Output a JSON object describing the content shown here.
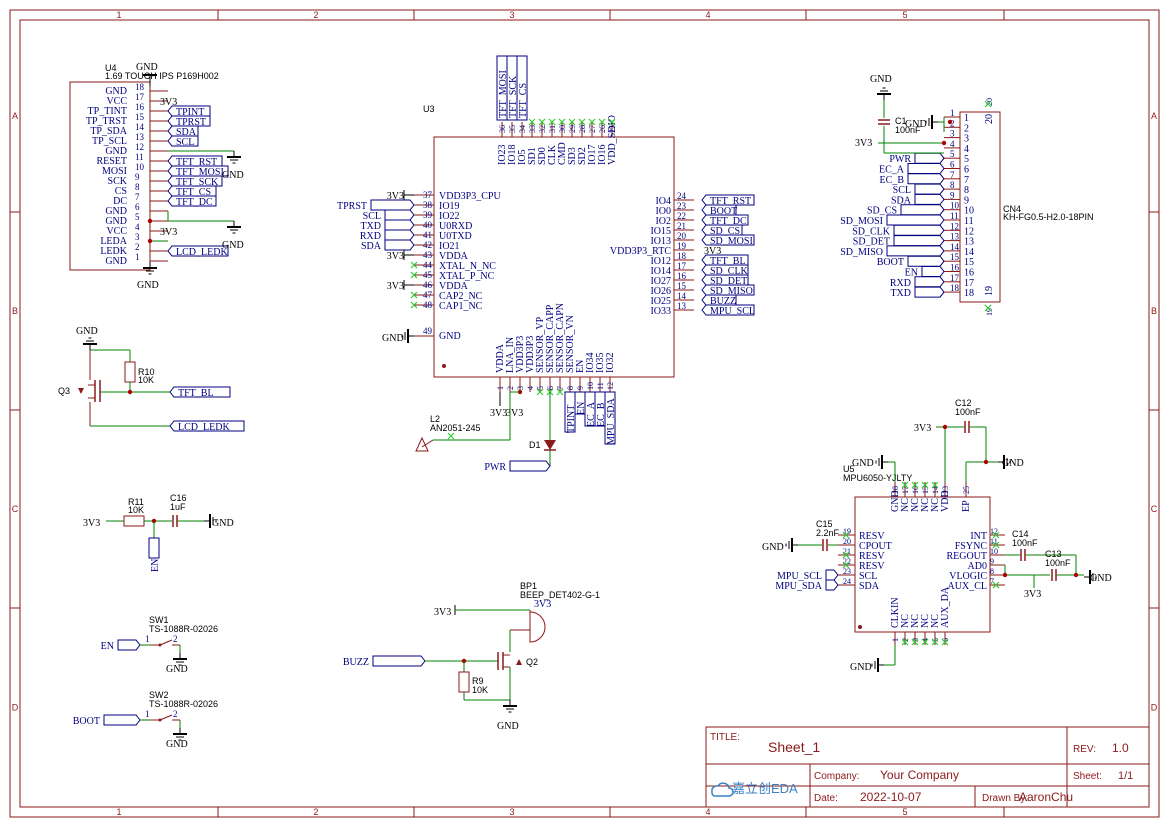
{
  "frame": {
    "col_labels": [
      "1",
      "2",
      "3",
      "4",
      "5"
    ],
    "row_labels": [
      "A",
      "B",
      "C",
      "D"
    ]
  },
  "colors": {
    "frame": "#8b1a1a",
    "wire": "#008000",
    "pin": "#8b1a1a",
    "text": "#000080",
    "body": "#8b1a1a",
    "noconn": "#33cc33"
  },
  "u4": {
    "ref": "U4",
    "value": "1.69 TOUCH IPS P169H002",
    "pins": [
      {
        "num": "18",
        "name": "GND"
      },
      {
        "num": "17",
        "name": "VCC"
      },
      {
        "num": "16",
        "name": "TP_TINT"
      },
      {
        "num": "15",
        "name": "TP_TRST"
      },
      {
        "num": "14",
        "name": "TP_SDA"
      },
      {
        "num": "13",
        "name": "TP_SCL"
      },
      {
        "num": "12",
        "name": "GND"
      },
      {
        "num": "11",
        "name": "RESET"
      },
      {
        "num": "10",
        "name": "MOSI"
      },
      {
        "num": "9",
        "name": "SCK"
      },
      {
        "num": "8",
        "name": "CS"
      },
      {
        "num": "7",
        "name": "DC"
      },
      {
        "num": "6",
        "name": "GND"
      },
      {
        "num": "5",
        "name": "GND"
      },
      {
        "num": "4",
        "name": "VCC"
      },
      {
        "num": "3",
        "name": "LEDA"
      },
      {
        "num": "2",
        "name": "LEDK"
      },
      {
        "num": "1",
        "name": "GND"
      }
    ],
    "nets": [
      "",
      "3V3",
      "TPINT",
      "TPRST",
      "SDA",
      "SCL",
      "",
      "TFT_RST",
      "TFT_MOSI",
      "TFT_SCK",
      "TFT_CS",
      "TFT_DC",
      "",
      "",
      "3V3",
      "",
      "LCD_LEDK",
      ""
    ]
  },
  "u3": {
    "ref": "U3",
    "top_pins": [
      {
        "num": "36",
        "name": "IO23"
      },
      {
        "num": "35",
        "name": "IO18"
      },
      {
        "num": "34",
        "name": "IO5"
      },
      {
        "num": "33",
        "name": "SD1"
      },
      {
        "num": "32",
        "name": "SD0"
      },
      {
        "num": "31",
        "name": "CLK"
      },
      {
        "num": "30",
        "name": "CMD"
      },
      {
        "num": "29",
        "name": "SD3"
      },
      {
        "num": "28",
        "name": "SD2"
      },
      {
        "num": "27",
        "name": "IO17"
      },
      {
        "num": "26",
        "name": "IO16"
      },
      {
        "num": "25",
        "name": "VDD_SDIO"
      }
    ],
    "top_nets": [
      "TFT_MOSI",
      "TFT_SCK",
      "TFT_CS"
    ],
    "left_pins": [
      {
        "num": "37",
        "name": "VDD3P3_CPU",
        "net": "3V3"
      },
      {
        "num": "38",
        "name": "IO19",
        "net": "TPRST"
      },
      {
        "num": "39",
        "name": "IO22",
        "net": "SCL"
      },
      {
        "num": "40",
        "name": "U0RXD",
        "net": "TXD"
      },
      {
        "num": "41",
        "name": "U0TXD",
        "net": "RXD"
      },
      {
        "num": "42",
        "name": "IO21",
        "net": "SDA"
      },
      {
        "num": "43",
        "name": "VDDA",
        "net": "3V3"
      },
      {
        "num": "44",
        "name": "XTAL_N_NC",
        "net": ""
      },
      {
        "num": "45",
        "name": "XTAL_P_NC",
        "net": ""
      },
      {
        "num": "46",
        "name": "VDDA",
        "net": "3V3"
      },
      {
        "num": "47",
        "name": "CAP2_NC",
        "net": ""
      },
      {
        "num": "48",
        "name": "CAP1_NC",
        "net": ""
      }
    ],
    "gnd_pin": {
      "num": "49",
      "name": "GND",
      "net": "GND"
    },
    "right_pins": [
      {
        "num": "24",
        "name": "IO4",
        "net": "TFT_RST"
      },
      {
        "num": "23",
        "name": "IO0",
        "net": "BOOT"
      },
      {
        "num": "22",
        "name": "IO2",
        "net": "TFT_DC"
      },
      {
        "num": "21",
        "name": "IO15",
        "net": "SD_CS"
      },
      {
        "num": "20",
        "name": "IO13",
        "net": "SD_MOSI"
      },
      {
        "num": "19",
        "name": "VDD3P3_RTC",
        "net": "3V3"
      },
      {
        "num": "18",
        "name": "IO12",
        "net": "TFT_BL"
      },
      {
        "num": "17",
        "name": "IO14",
        "net": "SD_CLK"
      },
      {
        "num": "16",
        "name": "IO27",
        "net": "SD_DET"
      },
      {
        "num": "15",
        "name": "IO26",
        "net": "SD_MISO"
      },
      {
        "num": "14",
        "name": "IO25",
        "net": "BUZZ"
      },
      {
        "num": "13",
        "name": "IO33",
        "net": "MPU_SCL"
      }
    ],
    "bottom_pins": [
      {
        "num": "1",
        "name": "VDDA"
      },
      {
        "num": "2",
        "name": "LNA_IN"
      },
      {
        "num": "3",
        "name": "VDD3P3"
      },
      {
        "num": "4",
        "name": "VDD3P3"
      },
      {
        "num": "5",
        "name": "SENSOR_VP"
      },
      {
        "num": "6",
        "name": "SENSOR_CAPP"
      },
      {
        "num": "7",
        "name": "SENSOR_CAPN"
      },
      {
        "num": "8",
        "name": "SENSOR_VN"
      },
      {
        "num": "9",
        "name": "EN"
      },
      {
        "num": "10",
        "name": "IO34"
      },
      {
        "num": "11",
        "name": "IO35"
      },
      {
        "num": "12",
        "name": "IO32"
      }
    ],
    "bottom_nets": [
      "TPINT",
      "EN",
      "EC_A",
      "EC_B",
      "MPU_SDA"
    ],
    "bottom_3v3": [
      "3V3",
      "3V3"
    ]
  },
  "cn4": {
    "ref": "CN4",
    "value": "KH-FG0.5-H2.0-18PIN",
    "nets": [
      "",
      "",
      "",
      "",
      "PWR",
      "EC_A",
      "EC_B",
      "SCL",
      "SDA",
      "SD_CS",
      "SD_MOSI",
      "SD_CLK",
      "SD_DET",
      "SD_MISO",
      "BOOT",
      "EN",
      "RXD",
      "TXD"
    ],
    "pin_nums": [
      "1",
      "2",
      "3",
      "4",
      "5",
      "6",
      "7",
      "8",
      "9",
      "10",
      "11",
      "12",
      "13",
      "14",
      "15",
      "16",
      "17",
      "18"
    ],
    "extra_pins": [
      "20",
      "19"
    ],
    "c1_ref": "C1",
    "c1_val": "100nF",
    "v3v3": "3V3",
    "gnd": "GND"
  },
  "q3": {
    "ref": "Q3",
    "r10_ref": "R10",
    "r10_val": "10K",
    "net_bl": "TFT_BL",
    "net_ledk": "LCD_LEDK",
    "gnd": "GND"
  },
  "rc": {
    "r11_ref": "R11",
    "r11_val": "10K",
    "c16_ref": "C16",
    "c16_val": "1uF",
    "v3v3": "3V3",
    "gnd": "GND",
    "en": "EN"
  },
  "sw1": {
    "ref": "SW1",
    "value": "TS-1088R-02026",
    "net": "EN",
    "gnd": "GND",
    "p1": "1",
    "p2": "2"
  },
  "sw2": {
    "ref": "SW2",
    "value": "TS-1088R-02026",
    "net": "BOOT",
    "gnd": "GND",
    "p1": "1",
    "p2": "2"
  },
  "l2": {
    "ref": "L2",
    "value": "AN2051-245"
  },
  "d1": {
    "ref": "D1",
    "net": "PWR",
    "tpint": "TPINT",
    "en": "EN",
    "eca": "EC_A",
    "ecb": "EC_B",
    "sda": "MPU_SDA"
  },
  "bp1": {
    "ref": "BP1",
    "value": "BEEP_DET402-G-1",
    "v3v3": "3V3",
    "net": "BUZZ",
    "q2": "Q2",
    "r9_ref": "R9",
    "r9_val": "10K",
    "gnd": "GND"
  },
  "u5": {
    "ref": "U5",
    "value": "MPU6050-YJLTY",
    "top_pins": [
      {
        "num": "18",
        "name": "GND"
      },
      {
        "num": "17",
        "name": "NC"
      },
      {
        "num": "16",
        "name": "NC"
      },
      {
        "num": "15",
        "name": "NC"
      },
      {
        "num": "14",
        "name": "NC"
      },
      {
        "num": "13",
        "name": "VDD"
      },
      {
        "num": "25",
        "name": "EP"
      }
    ],
    "left_pins": [
      {
        "num": "19",
        "name": "RESV"
      },
      {
        "num": "20",
        "name": "CPOUT"
      },
      {
        "num": "21",
        "name": "RESV"
      },
      {
        "num": "22",
        "name": "RESV"
      },
      {
        "num": "23",
        "name": "SCL"
      },
      {
        "num": "24",
        "name": "SDA"
      }
    ],
    "right_pins": [
      {
        "num": "12",
        "name": "INT"
      },
      {
        "num": "11",
        "name": "FSYNC"
      },
      {
        "num": "10",
        "name": "REGOUT"
      },
      {
        "num": "9",
        "name": "AD0"
      },
      {
        "num": "8",
        "name": "VLOGIC"
      },
      {
        "num": "7",
        "name": "AUX_CL"
      }
    ],
    "bottom_pins": [
      {
        "num": "1",
        "name": "CLKIN"
      },
      {
        "num": "2",
        "name": "NC"
      },
      {
        "num": "3",
        "name": "NC"
      },
      {
        "num": "4",
        "name": "NC"
      },
      {
        "num": "5",
        "name": "NC"
      },
      {
        "num": "6",
        "name": "AUX_DA"
      }
    ],
    "c12_ref": "C12",
    "c12_val": "100nF",
    "c13_ref": "C13",
    "c13_val": "100nF",
    "c14_ref": "C14",
    "c14_val": "100nF",
    "c15_ref": "C15",
    "c15_val": "2.2nF",
    "net_scl": "MPU_SCL",
    "net_sda": "MPU_SDA",
    "v3v3": "3V3",
    "gnd": "GND"
  },
  "title_block": {
    "title_label": "TITLE:",
    "title": "Sheet_1",
    "rev_label": "REV:",
    "rev": "1.0",
    "company_label": "Company:",
    "company": "Your Company",
    "sheet_label": "Sheet:",
    "sheet": "1/1",
    "date_label": "Date:",
    "date": "2022-10-07",
    "drawn_label": "Drawn By:",
    "drawn": "AaronChu",
    "logo": "嘉立创EDA"
  }
}
